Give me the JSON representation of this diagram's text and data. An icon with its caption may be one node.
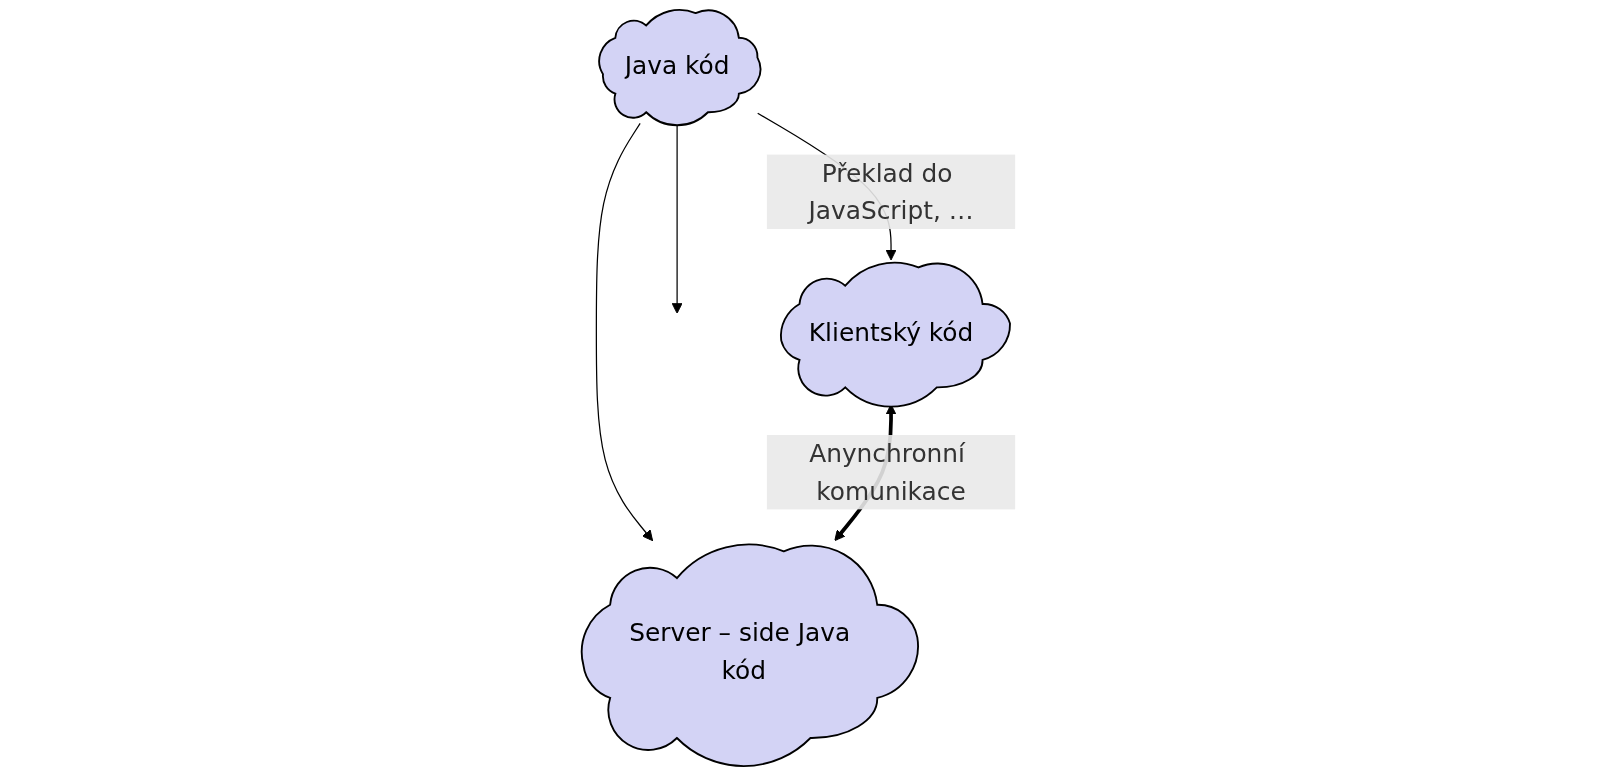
{
  "diagram": {
    "nodes": [
      {
        "text": [
          "Java kód"
        ]
      },
      {
        "text": [
          "Klientský kód"
        ]
      },
      {
        "text": [
          "Server – side Java kód"
        ]
      }
    ],
    "edges": [
      {
        "from": 0,
        "to": 1,
        "arrow": "to",
        "label": "Překlad do JavaScript, …"
      },
      {
        "from": 0,
        "to": null,
        "arrow": "to"
      },
      {
        "from": 0,
        "to": 2,
        "arrow": "to"
      },
      {
        "from": 1,
        "to": 2,
        "arrow": "both",
        "style": "thick",
        "label": "Anynchronní komunikace"
      }
    ]
  }
}
